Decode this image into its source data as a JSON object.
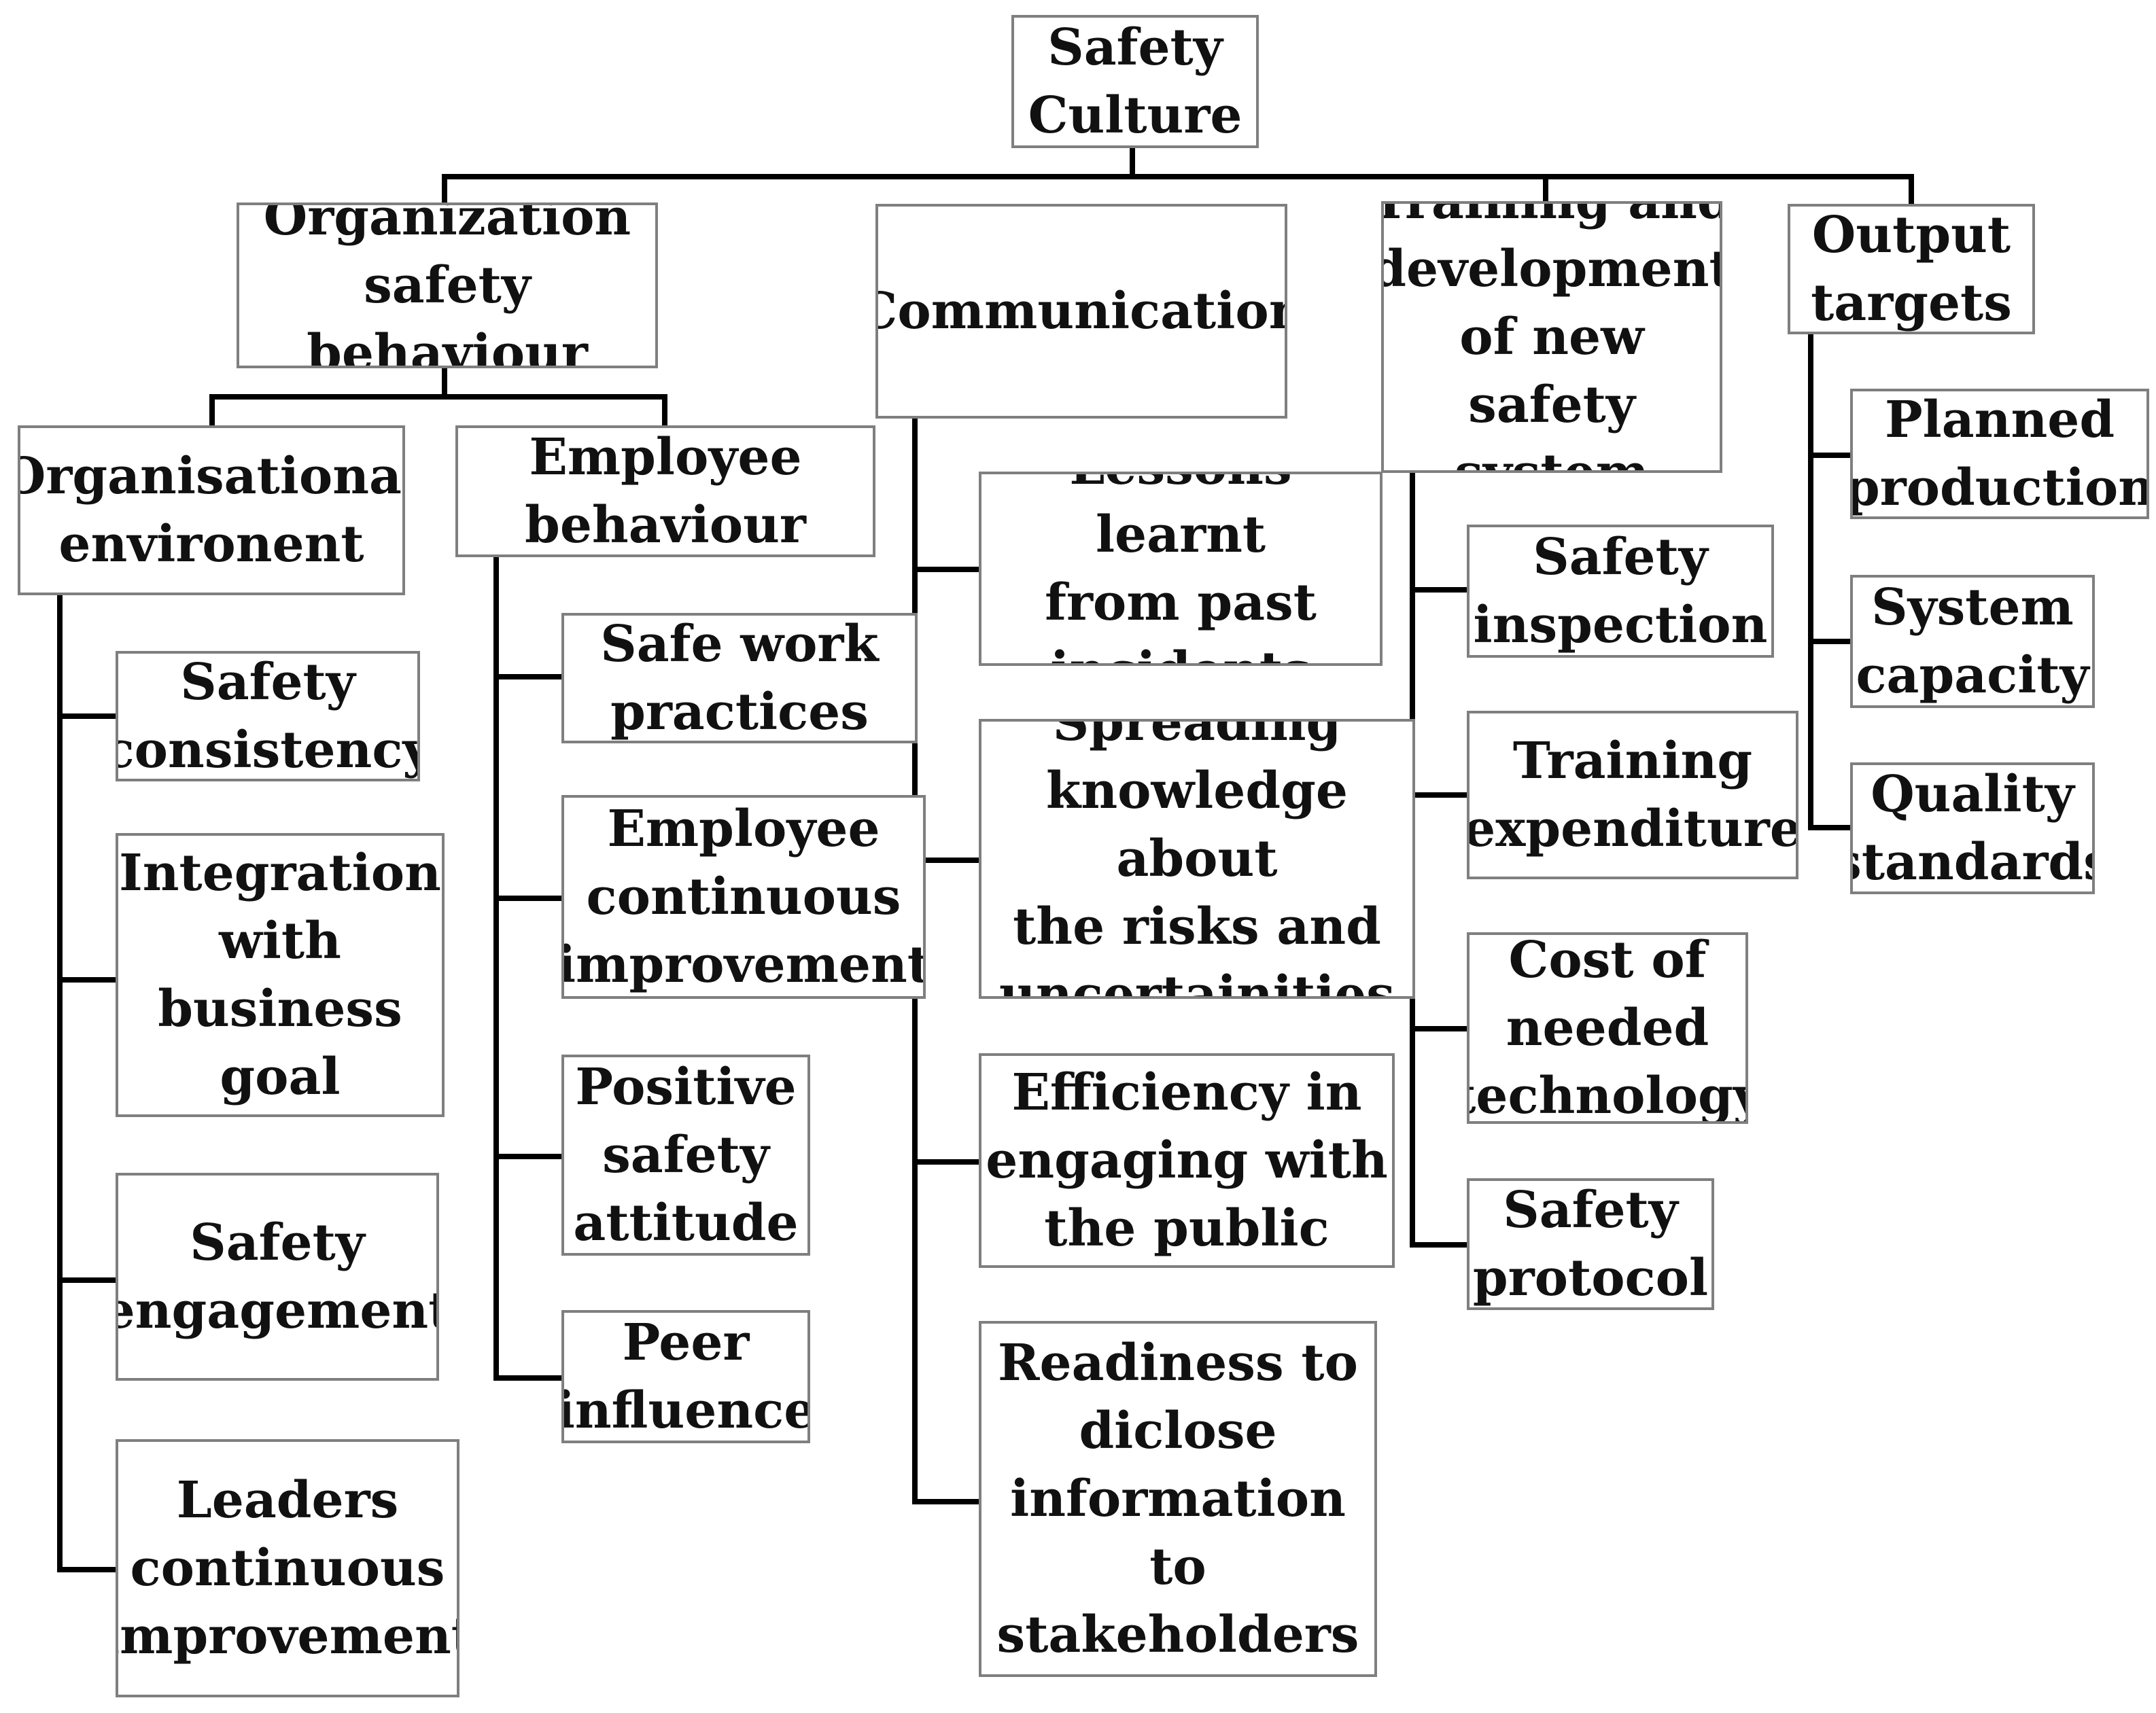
{
  "colors": {
    "box_border": "#7f7f7f",
    "connector": "#000000",
    "text": "#111111",
    "background": "#ffffff"
  },
  "root": {
    "label": "Safety\nCulture"
  },
  "branches": {
    "organization": {
      "label": "Organization\nsafety behaviour",
      "environment": {
        "label": "Organisational\nenvironent",
        "children": [
          "Safety\nconsistency",
          "Integration\nwith\nbusiness\ngoal",
          "Safety\nengagement",
          "Leaders\ncontinuous\nimprovement"
        ]
      },
      "employee": {
        "label": "Employee\nbehaviour",
        "children": [
          "Safe work\npractices",
          "Employee\ncontinuous\nimprovement",
          "Positive\nsafety\nattitude",
          "Peer\ninfluence"
        ]
      }
    },
    "communication": {
      "label": "Communication",
      "children": [
        "Lessons learnt\nfrom past\nincidents",
        "Spreading\nknowledge about\nthe risks and\nuncertainities",
        "Efficiency in\nengaging with\nthe public",
        "Readiness to\ndiclose\ninformation to\nstakeholders"
      ]
    },
    "training": {
      "label": "Training and\ndevelopment\nof new safety\nsystem",
      "children": [
        "Safety\ninspection",
        "Training\nexpenditure",
        "Cost of\nneeded\ntechnology",
        "Safety\nprotocol"
      ]
    },
    "output": {
      "label": "Output\ntargets",
      "children": [
        "Planned\nproduction",
        "System\ncapacity",
        "Quality\nstandards"
      ]
    }
  }
}
